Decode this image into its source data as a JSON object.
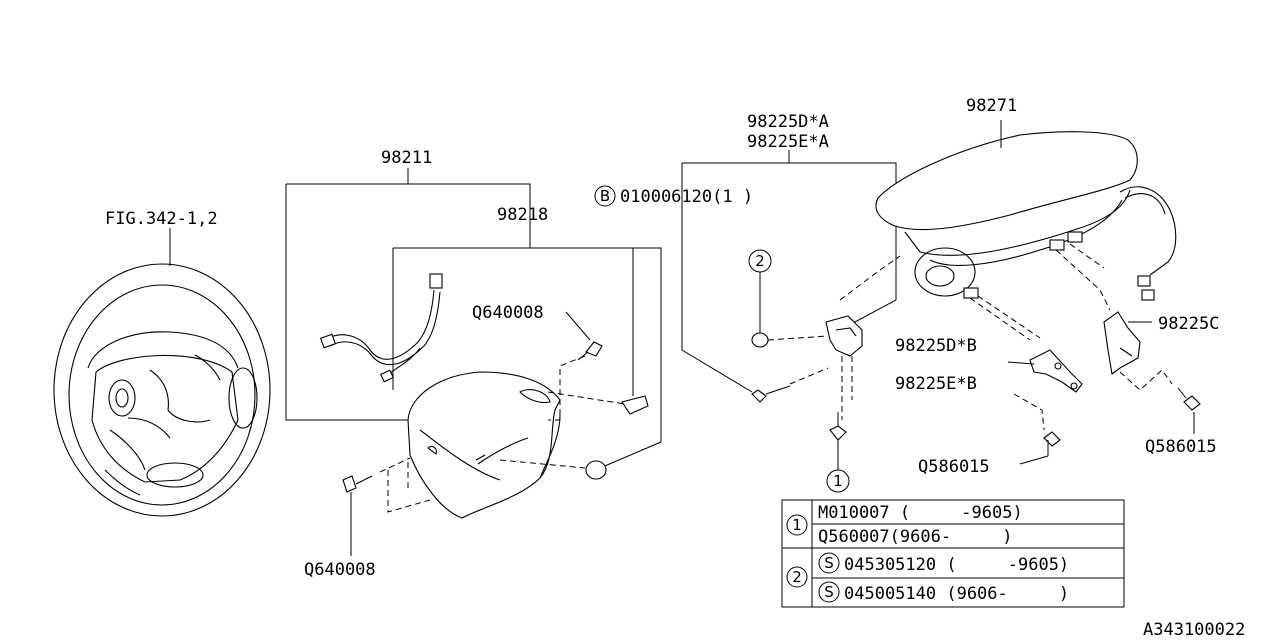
{
  "labels": {
    "fig_ref": "FIG.342-1,2",
    "p98211": "98211",
    "p98218": "98218",
    "q640008_top": "Q640008",
    "q640008_bottom": "Q640008",
    "p98225da": "98225D*A",
    "p98225ea": "98225E*A",
    "bolt_b_code": "010006120(1 )",
    "p98271": "98271",
    "p98225c": "98225C",
    "p98225db": "98225D*B",
    "p98225eb": "98225E*B",
    "q586015_left": "Q586015",
    "q586015_right": "Q586015",
    "diagram_id": "A343100022"
  },
  "markers": {
    "b": "B",
    "one": "1",
    "two": "2",
    "s": "S"
  },
  "table": {
    "row1_marker": "1",
    "row1": [
      "M010007 (     -9605)",
      "Q560007(9606-     )"
    ],
    "row2_marker": "2",
    "row2": [
      "045305120 (     -9605)",
      "045005140 (9606-     )"
    ]
  }
}
